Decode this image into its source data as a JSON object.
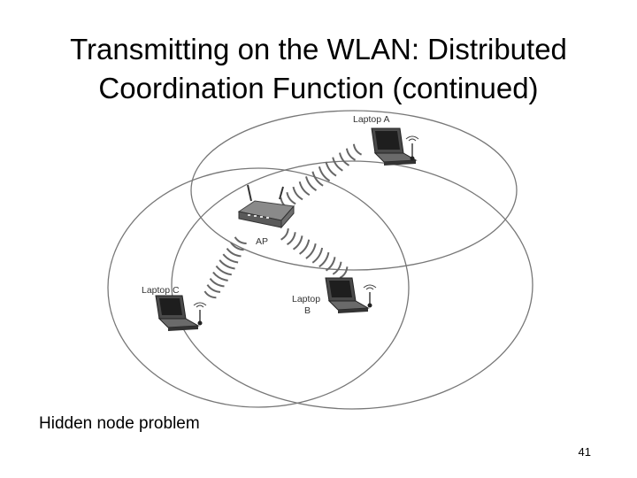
{
  "slide": {
    "title_line1": "Transmitting on the WLAN: Distributed",
    "title_line2": "Coordination Function (continued)",
    "caption": "Hidden node problem",
    "page_number": "41"
  },
  "diagram": {
    "labels": {
      "laptop_a": "Laptop A",
      "ap": "AP",
      "laptop_b_line1": "Laptop",
      "laptop_b_line2": "B",
      "laptop_c": "Laptop C"
    },
    "icons": [
      "laptop-icon",
      "access-point-icon",
      "wireless-antenna-icon",
      "signal-wave-icon"
    ]
  }
}
